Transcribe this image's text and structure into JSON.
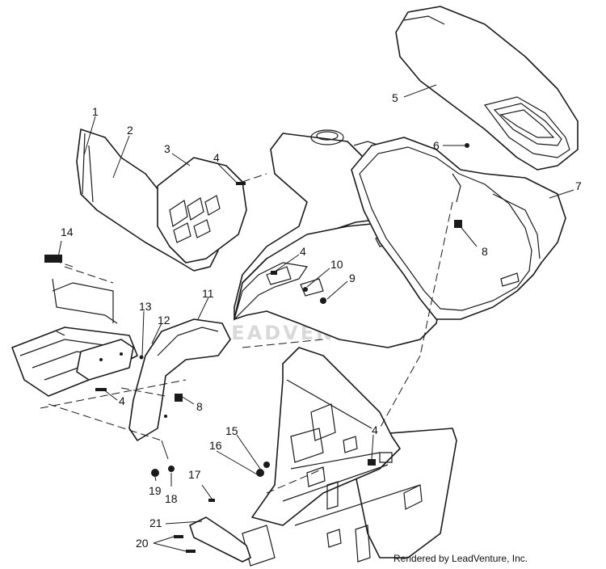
{
  "diagram": {
    "callouts": {
      "c1": "1",
      "c2": "2",
      "c3": "3",
      "c4a": "4",
      "c4b": "4",
      "c4c": "4",
      "c4d": "4",
      "c5": "5",
      "c6": "6",
      "c7": "7",
      "c8a": "8",
      "c8b": "8",
      "c9": "9",
      "c10": "10",
      "c11": "11",
      "c12": "12",
      "c13": "13",
      "c14": "14",
      "c15": "15",
      "c16": "16",
      "c17": "17",
      "c18": "18",
      "c19": "19",
      "c20": "20",
      "c21": "21"
    },
    "watermark": "LEADVENTURE",
    "credit": "Rendered by LeadVenture, Inc."
  }
}
